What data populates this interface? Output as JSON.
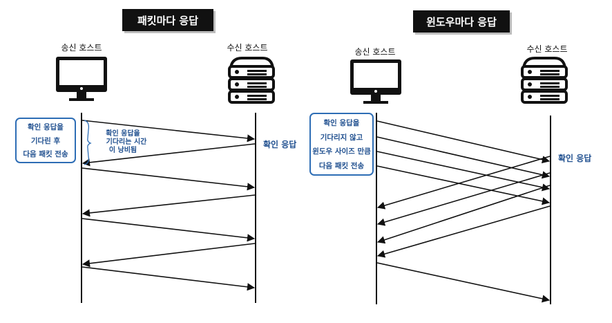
{
  "left": {
    "title": "패킷마다 응답",
    "sender_label": "송신 호스트",
    "receiver_label": "수신 호스트",
    "note_lines": [
      "확인 응답을",
      "기다린 후",
      "다음 패킷 전송"
    ],
    "waste_lines": [
      "확인 응답을",
      "기다리는 시간",
      "이 낭비됨"
    ],
    "ack_label": "확인 응답"
  },
  "right": {
    "title": "윈도우마다 응답",
    "sender_label": "송신 호스트",
    "receiver_label": "수신 호스트",
    "note_lines": [
      "확인 응답을",
      "기다리지 않고",
      "윈도우 사이즈 만큼",
      "다음 패킷 전송"
    ],
    "ack_label": "확인 응답"
  },
  "icons": {
    "sender": "desktop-monitor-icon",
    "receiver": "server-rack-icon"
  },
  "colors": {
    "accent": "#2d6db5",
    "text_accent": "#1f4f8f",
    "title_bg": "#111111"
  }
}
